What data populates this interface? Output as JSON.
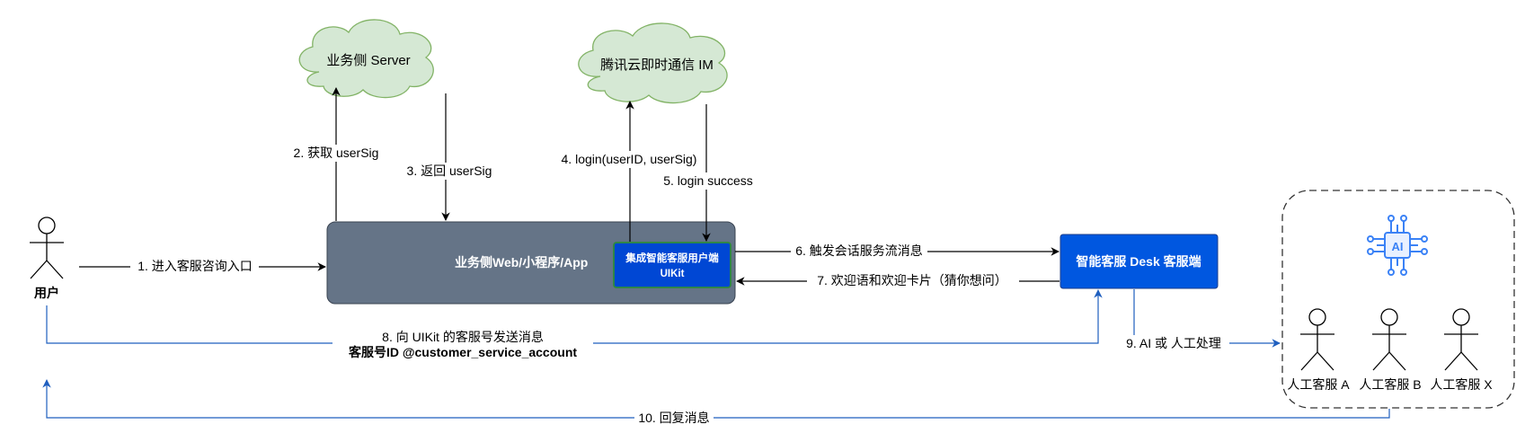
{
  "actors": {
    "user": "用户",
    "agent_a": "人工客服 A",
    "agent_b": "人工客服 B",
    "agent_x": "人工客服 X"
  },
  "clouds": {
    "server": "业务侧 Server",
    "im": "腾讯云即时通信 IM"
  },
  "boxes": {
    "business_app": "业务侧Web/小程序/App",
    "uikit_line1": "集成智能客服用户端",
    "uikit_line2": "UIKit",
    "desk": "智能客服 Desk 客服端",
    "ai_badge": "AI"
  },
  "steps": {
    "s1": "1. 进入客服咨询入口",
    "s2": "2. 获取 userSig",
    "s3": "3. 返回 userSig",
    "s4": "4. login(userID, userSig)",
    "s5": "5. login success",
    "s6": "6. 触发会话服务流消息",
    "s7": "7. 欢迎语和欢迎卡片（猜你想问）",
    "s8_line1": "8. 向 UIKit 的客服号发送消息",
    "s8_line2": "客服号ID @customer_service_account",
    "s9": "9. AI 或 人工处理",
    "s10": "10. 回复消息"
  },
  "colors": {
    "app_box": "#657487",
    "uikit_box": "#0047d4",
    "desk_box": "#0057e0",
    "cloud_fill": "#d5e8d4",
    "cloud_stroke": "#82b366",
    "blue_line": "#1f5fbf",
    "ai_icon": "#3b82f6"
  }
}
